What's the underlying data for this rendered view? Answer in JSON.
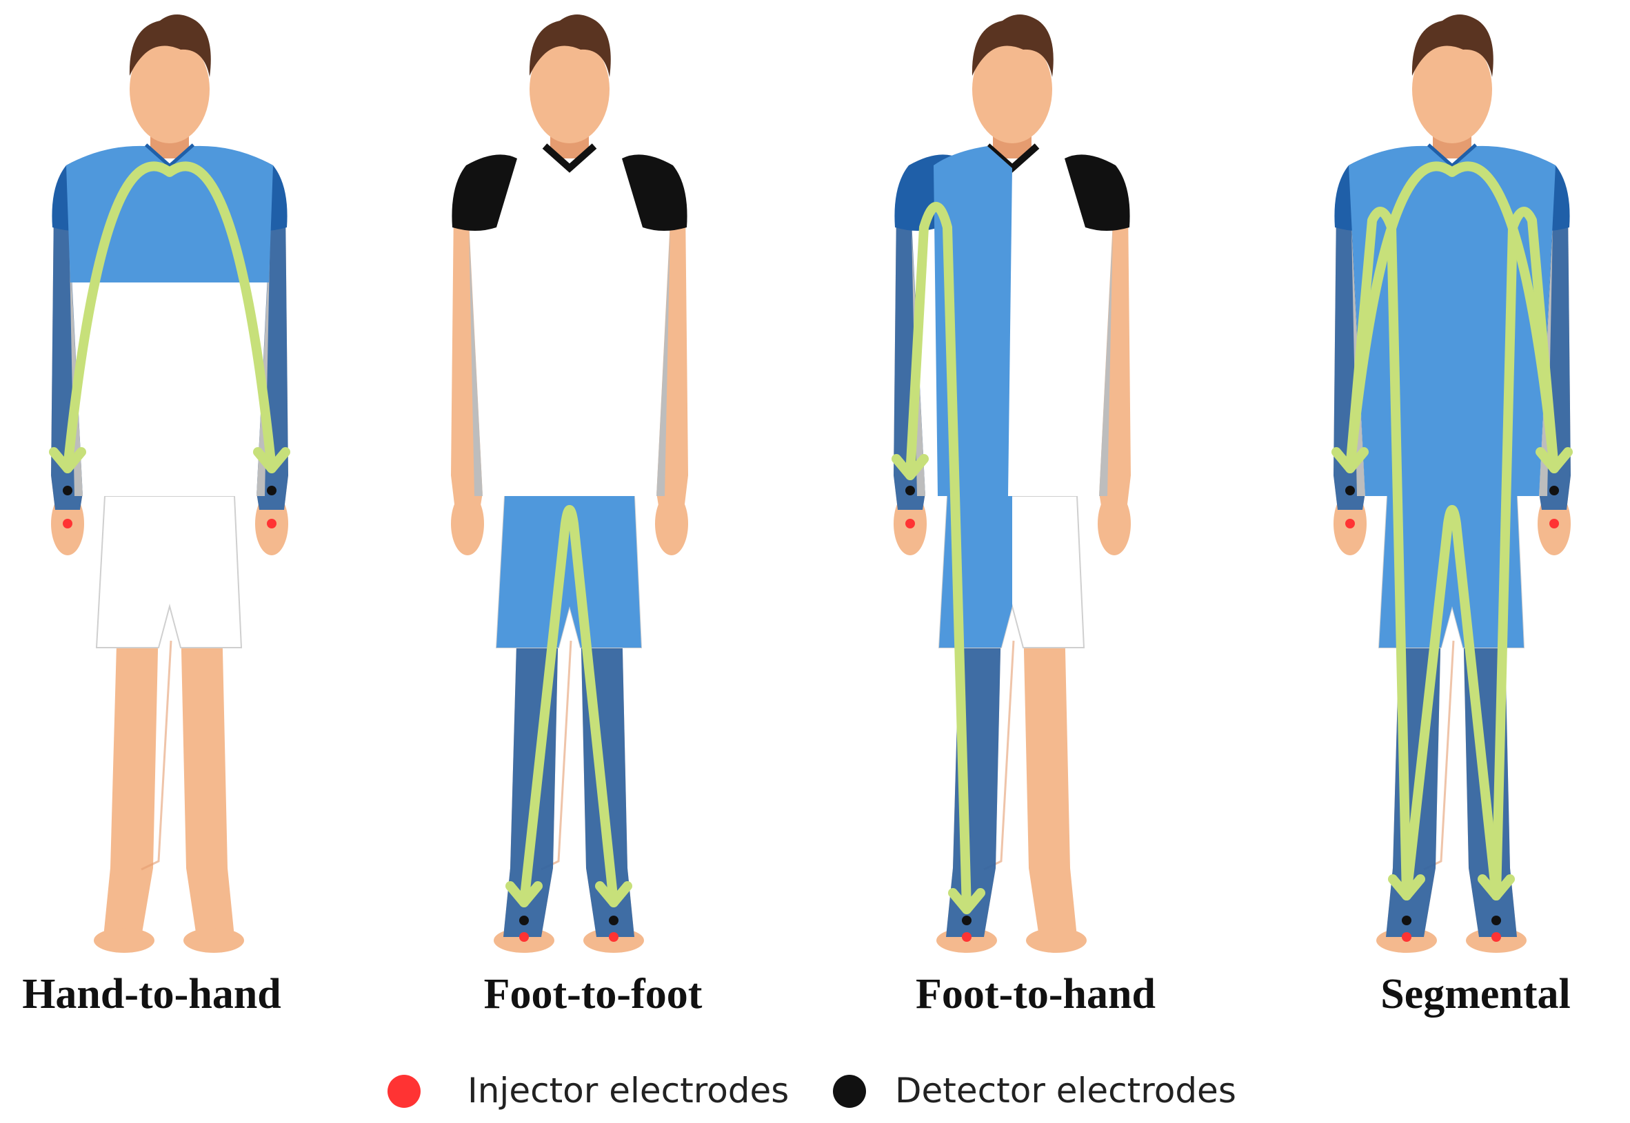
{
  "panels": [
    {
      "caption": "Hand-to-hand",
      "mode": "hand-to-hand"
    },
    {
      "caption": "Foot-to-foot",
      "mode": "foot-to-foot"
    },
    {
      "caption": "Foot-to-hand",
      "mode": "foot-to-hand"
    },
    {
      "caption": "Segmental",
      "mode": "segmental"
    }
  ],
  "legend": {
    "injector": {
      "label": "Injector electrodes",
      "color": "#ff3333"
    },
    "detector": {
      "label": "Detector electrodes",
      "color": "#111111"
    }
  },
  "colors": {
    "skin": "#f4b98e",
    "skin_shade": "#e59c70",
    "hair": "#5a3421",
    "shirt": "#ffffff",
    "sleeve_plain": "#111111",
    "current_light": "#4f98dc",
    "current_dark": "#1f5fa8",
    "arrow": "#c7e07a"
  }
}
